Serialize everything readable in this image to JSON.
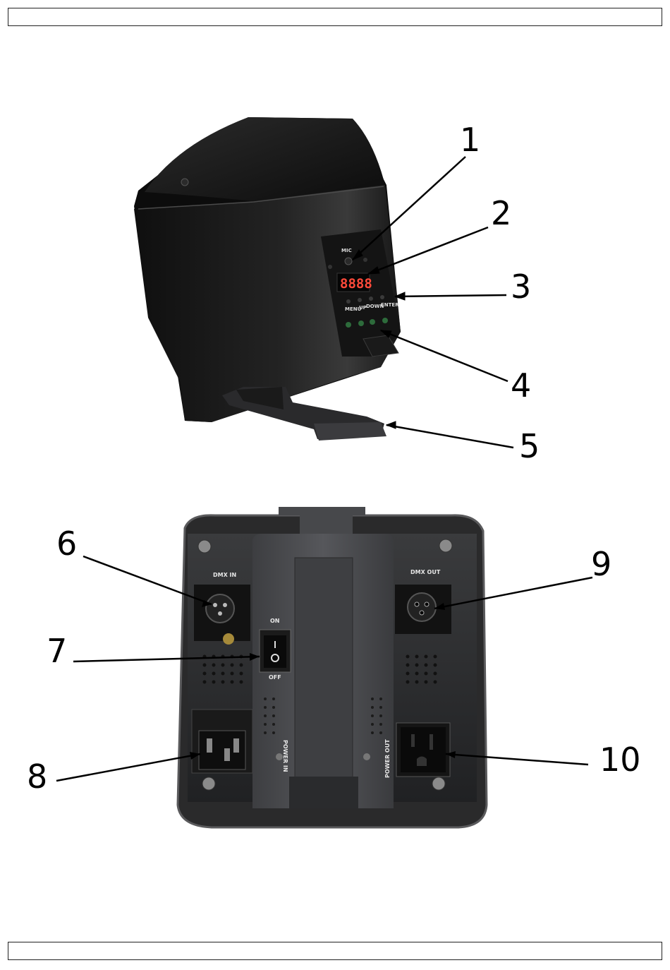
{
  "callouts": [
    "1",
    "2",
    "3",
    "4",
    "5",
    "6",
    "7",
    "8",
    "9",
    "10"
  ],
  "panel_labels": {
    "dmx_in": "DMX IN",
    "dmx_out": "DMX OUT",
    "on": "ON",
    "off": "OFF",
    "power_in": "POWER IN",
    "power_out": "POWER OUT"
  },
  "display": {
    "readout": "8888",
    "buttons": [
      "MENU",
      "UP",
      "DOWN",
      "ENTER"
    ]
  },
  "colors": {
    "body": "#1c1c1c",
    "panel": "#2e2f31",
    "display_led": "#ff4a3a"
  }
}
